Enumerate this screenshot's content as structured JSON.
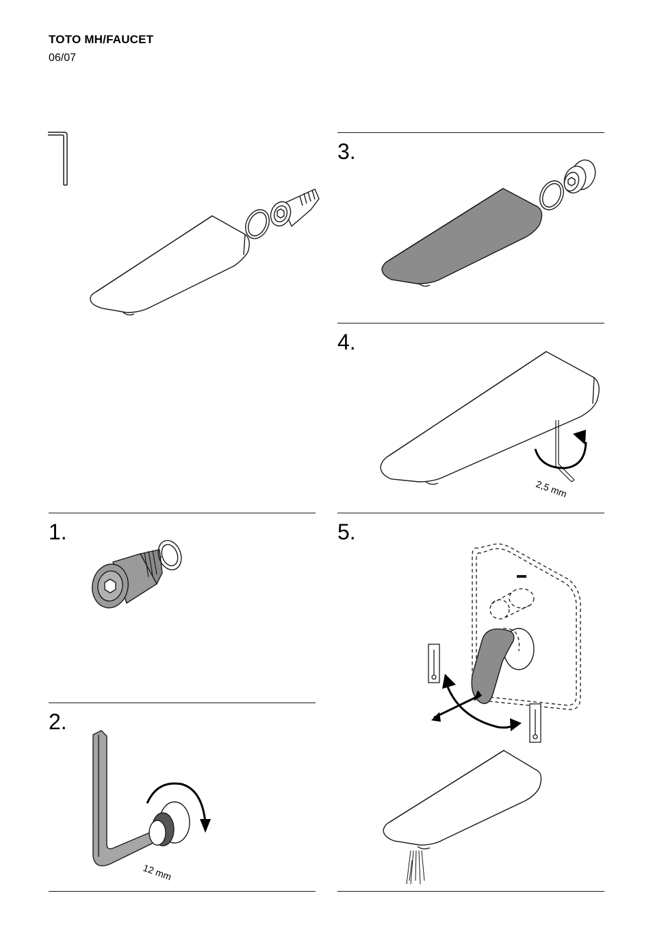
{
  "header": {
    "title": "TOTO MH/FAUCET",
    "page": "06/07"
  },
  "steps": [
    {
      "number": "1."
    },
    {
      "number": "2.",
      "tool_size": "12 mm"
    },
    {
      "number": "3."
    },
    {
      "number": "4.",
      "tool_size": "2,5 mm"
    },
    {
      "number": "5."
    }
  ],
  "colors": {
    "line": "#1a1a1a",
    "part_fill_gray": "#8c8c8c",
    "tool_gray": "#a6a6a6"
  }
}
